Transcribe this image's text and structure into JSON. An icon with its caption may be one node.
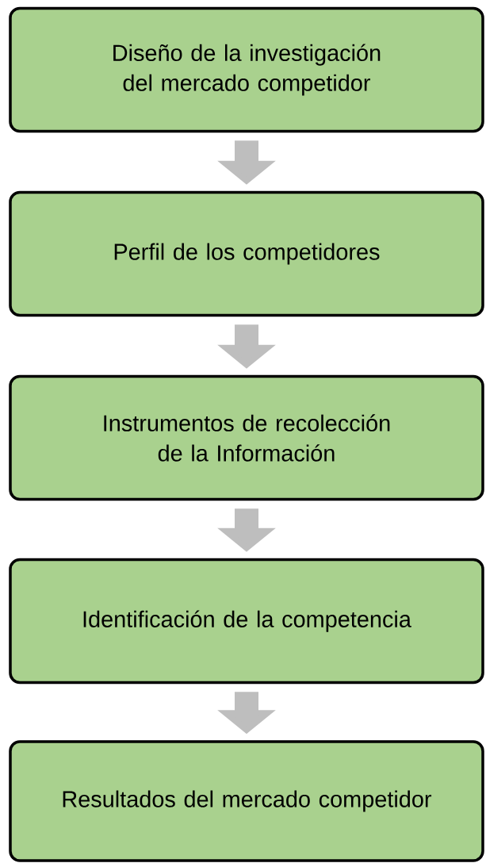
{
  "diagram": {
    "nodes": [
      {
        "text": [
          "Diseño de la investigación del mercado competidor"
        ]
      },
      {
        "text": [
          "Perfil de los competidores"
        ]
      },
      {
        "text": [
          "Instrumentos de recolección de la Información"
        ]
      },
      {
        "text": [
          "Identificación de la competencia"
        ]
      },
      {
        "text": [
          "Resultados del mercado competidor"
        ]
      }
    ],
    "edges": [
      {
        "from": 0,
        "to": 1,
        "arrow": "to"
      },
      {
        "from": 1,
        "to": 2,
        "arrow": "to"
      },
      {
        "from": 2,
        "to": 3,
        "arrow": "to"
      },
      {
        "from": 3,
        "to": 4,
        "arrow": "to"
      }
    ]
  }
}
